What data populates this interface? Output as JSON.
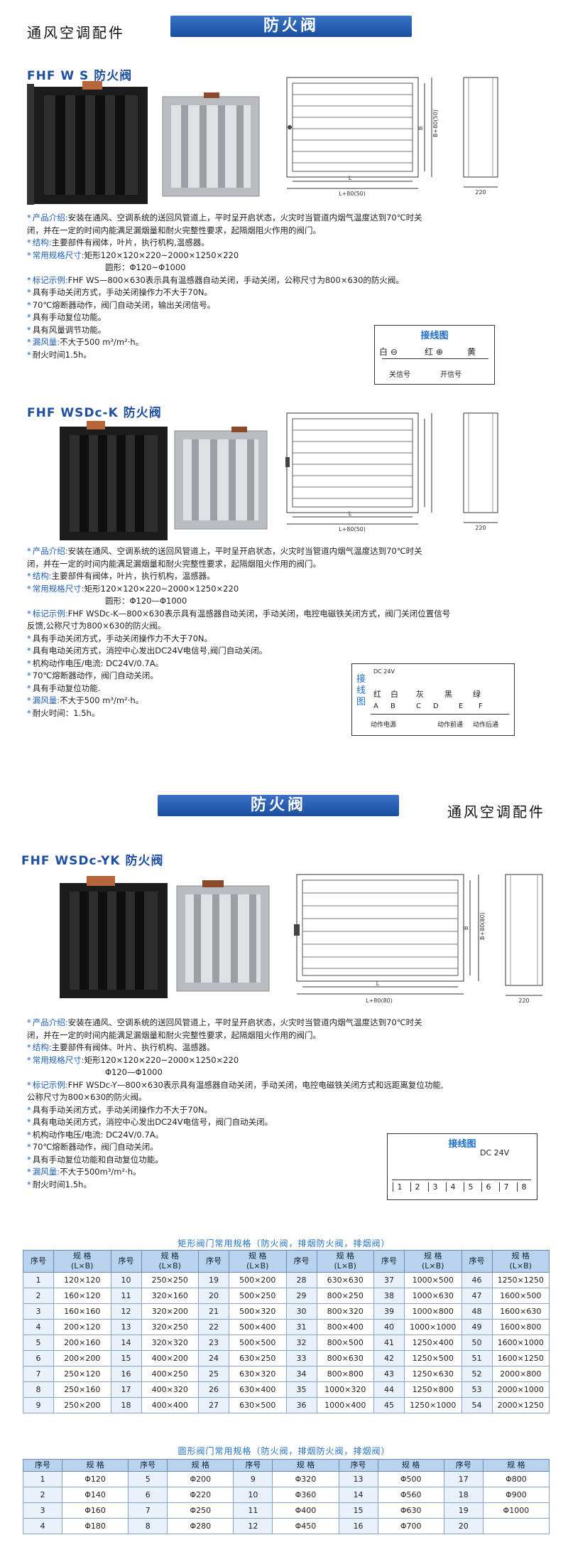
{
  "header1": {
    "left": "通风空调配件",
    "title": "防火阀"
  },
  "header2": {
    "title": "防火阀",
    "right": "通风空调配件"
  },
  "product1": {
    "title": "FHF W S 防火阀",
    "dims": {
      "l": "L",
      "l80": "L+80(50)",
      "b": "B",
      "b80": "B+80(50)",
      "d220": "220"
    },
    "lines": [
      {
        "k": "产品介绍:",
        "v": "安装在通风、空调系统的送回风管道上，平时呈开启状态，火灾时当管道内烟气温度达到70℃时关"
      },
      {
        "k": "",
        "v": "闭，并在一定的时间内能满足漏烟量和耐火完整性要求，起隔烟阻火作用的阀门。"
      },
      {
        "k": "结构:",
        "v": "主要部件有阀体，叶片，执行机构,温感器。"
      },
      {
        "k": "常用规格尺寸:",
        "v": "矩形120×120×220~2000×1250×220"
      },
      {
        "k": "",
        "v": "圆形：Φ120~Φ1000",
        "indent": true
      },
      {
        "k": "标记示例:",
        "v": "FHF WS—800×630表示具有温感器自动关闭，手动关闭，公称尺寸为800×630的防火阀。"
      },
      {
        "k": "",
        "v": "具有手动关闭方式，手动关闭操作力不大于70N。",
        "plainBullet": true
      },
      {
        "k": "",
        "v": "70℃熔断器动作，阀门自动关闭，输出关闭信号。",
        "plainBullet": true
      },
      {
        "k": "",
        "v": "具有手动复位功能。",
        "plainBullet": true
      },
      {
        "k": "",
        "v": "具有风量调节功能。",
        "plainBullet": true
      },
      {
        "k": "漏风量:",
        "v": "不大于500 m³/m²·h。"
      },
      {
        "k": "",
        "v": "耐火时间1.5h。",
        "plainBullet": true
      }
    ],
    "wiring": {
      "title": "接线图",
      "white": "白",
      "red": "红",
      "yellow": "黄",
      "close": "关信号",
      "open": "开信号"
    }
  },
  "product2": {
    "title": "FHF WSDc-K 防火阀",
    "dims": {
      "l": "L",
      "l80": "L+80(50)",
      "d220": "220"
    },
    "lines": [
      {
        "k": "产品介绍:",
        "v": "安装在通风、空调系统的送回风管道上，平时呈开启状态，火灾时当管道内烟气温度达到70℃时关"
      },
      {
        "k": "",
        "v": "闭，并在一定的时间内能满足漏烟量和耐火完整性要求，起隔烟阻火作用的阀门。"
      },
      {
        "k": "结构:",
        "v": "主要部件有阀体，叶片，执行机构，温感器。"
      },
      {
        "k": "常用规格尺寸:",
        "v": "矩形120×120×220~2000×1250×220"
      },
      {
        "k": "",
        "v": "圆形：Φ120—Φ1000",
        "indent": true
      },
      {
        "k": "标记示例:",
        "v": "FHF WSDc-K—800×630表示具有温感器自动关闭，手动关闭，电控电磁铁关闭方式，阀门关闭位置信号"
      },
      {
        "k": "",
        "v": "反馈,公称尺寸为800×630的防火阀。"
      },
      {
        "k": "",
        "v": "具有手动关闭方式，手动关闭操作力不大于70N。",
        "plainBullet": true
      },
      {
        "k": "",
        "v": "具有电动关闭方式，消控中心发出DC24V电信号,阀门自动关闭。",
        "plainBullet": true
      },
      {
        "k": "",
        "v": "机构动作电压/电流: DC24V/0.7A。",
        "plainBullet": true
      },
      {
        "k": "",
        "v": "70℃熔断器动作，阀门自动关闭。",
        "plainBullet": true
      },
      {
        "k": "",
        "v": "具有手动复位功能.",
        "plainBullet": true
      },
      {
        "k": "漏风量:",
        "v": "不大于500 m³/m²·h。"
      },
      {
        "k": "",
        "v": "耐火时间：1.5h。",
        "plainBullet": true
      }
    ],
    "wiring": {
      "vert": [
        "接",
        "线",
        "图"
      ],
      "labels": [
        "红",
        "白",
        "灰",
        "黑",
        "绿"
      ],
      "letters": [
        "A",
        "B",
        "C",
        "D",
        "E",
        "F"
      ],
      "group1": "动作电源",
      "group2": "动作前通",
      "group3": "动作后通",
      "dc": "DC 24V"
    }
  },
  "product3": {
    "title": "FHF WSDc-YK 防火阀",
    "dims": {
      "l": "L",
      "l80": "L+80(80)",
      "b": "B",
      "b80": "B+80(80)",
      "d220": "220"
    },
    "lines": [
      {
        "k": "产品介绍:",
        "v": "安装在通风、空调系统的送回风管道上，平时呈开启状态，火灾时当管道内烟气温度达到70℃时关"
      },
      {
        "k": "",
        "v": "闭，并在一定的时间内能满足漏烟量和耐火完整性要求，起隔烟阻火作用的阀门。"
      },
      {
        "k": "结构:",
        "v": "主要部件有阀体、叶片、执行机构、温感器。"
      },
      {
        "k": "常用规格尺寸:",
        "v": "矩形120×120×220~2000×1250×220"
      },
      {
        "k": "",
        "v": "Φ120—Φ1000",
        "indent": true
      },
      {
        "k": "标记示例:",
        "v": "FHF WSDc-Y—800×630表示具有温感器自动关闭，手动关闭，电控电磁铁关闭方式和远距离复位功能,"
      },
      {
        "k": "",
        "v": "公称尺寸为800×630的防火阀。"
      },
      {
        "k": "",
        "v": "具有手动关闭方式，手动关闭操作力不大于70N。",
        "plainBullet": true
      },
      {
        "k": "",
        "v": "具有电动关闭方式，消控中心发出DC24V电信号，阀门自动关闭。",
        "plainBullet": true
      },
      {
        "k": "",
        "v": "机构动作电压/电流: DC24V/0.7A。",
        "plainBullet": true
      },
      {
        "k": "",
        "v": "70℃熔断器动作，阀门自动关闭。",
        "plainBullet": true
      },
      {
        "k": "",
        "v": "具有手动复位功能和自动复位功能。",
        "plainBullet": true
      },
      {
        "k": "漏风量:",
        "v": "不大于500m³/m²·h。"
      },
      {
        "k": "",
        "v": "耐火时间1.5h。",
        "plainBullet": true
      }
    ],
    "wiring": {
      "title": "接线图",
      "dc": "DC 24V",
      "nums": [
        "1",
        "2",
        "3",
        "4",
        "5",
        "6",
        "7",
        "8"
      ]
    }
  },
  "rectTable": {
    "caption": "矩形阀门常用规格（防火阀，排烟防火阀，排烟阀）",
    "hdrIdx": "序号",
    "hdrSpec": "规 格",
    "hdrSpec2": "(L×B)",
    "rows": [
      [
        [
          "1",
          "120×120"
        ],
        [
          "10",
          "250×250"
        ],
        [
          "19",
          "500×200"
        ],
        [
          "28",
          "630×630"
        ],
        [
          "37",
          "1000×500"
        ],
        [
          "46",
          "1250×1250"
        ]
      ],
      [
        [
          "2",
          "160×120"
        ],
        [
          "11",
          "320×160"
        ],
        [
          "20",
          "500×250"
        ],
        [
          "29",
          "800×250"
        ],
        [
          "38",
          "1000×630"
        ],
        [
          "47",
          "1600×500"
        ]
      ],
      [
        [
          "3",
          "160×160"
        ],
        [
          "12",
          "320×200"
        ],
        [
          "21",
          "500×320"
        ],
        [
          "30",
          "800×320"
        ],
        [
          "39",
          "1000×800"
        ],
        [
          "48",
          "1600×630"
        ]
      ],
      [
        [
          "4",
          "200×120"
        ],
        [
          "13",
          "320×250"
        ],
        [
          "22",
          "500×400"
        ],
        [
          "31",
          "800×400"
        ],
        [
          "40",
          "1000×1000"
        ],
        [
          "49",
          "1600×800"
        ]
      ],
      [
        [
          "5",
          "200×160"
        ],
        [
          "14",
          "320×320"
        ],
        [
          "23",
          "500×500"
        ],
        [
          "32",
          "800×500"
        ],
        [
          "41",
          "1250×400"
        ],
        [
          "50",
          "1600×1000"
        ]
      ],
      [
        [
          "6",
          "200×200"
        ],
        [
          "15",
          "400×200"
        ],
        [
          "24",
          "630×250"
        ],
        [
          "33",
          "800×630"
        ],
        [
          "42",
          "1250×500"
        ],
        [
          "51",
          "1600×1250"
        ]
      ],
      [
        [
          "7",
          "250×120"
        ],
        [
          "16",
          "400×250"
        ],
        [
          "25",
          "630×320"
        ],
        [
          "34",
          "800×800"
        ],
        [
          "43",
          "1250×630"
        ],
        [
          "52",
          "2000×800"
        ]
      ],
      [
        [
          "8",
          "250×160"
        ],
        [
          "17",
          "400×320"
        ],
        [
          "26",
          "630×400"
        ],
        [
          "35",
          "1000×320"
        ],
        [
          "44",
          "1250×800"
        ],
        [
          "53",
          "2000×1000"
        ]
      ],
      [
        [
          "9",
          "250×200"
        ],
        [
          "18",
          "400×400"
        ],
        [
          "27",
          "630×500"
        ],
        [
          "36",
          "1000×400"
        ],
        [
          "45",
          "1250×1000"
        ],
        [
          "54",
          "2000×1250"
        ]
      ]
    ]
  },
  "roundTable": {
    "caption": "圆形阀门常用规格（防火阀，排烟防火阀，排烟阀）",
    "hdrIdx": "序号",
    "hdrSpec": "规 格",
    "rows": [
      [
        [
          "1",
          "Φ120"
        ],
        [
          "5",
          "Φ200"
        ],
        [
          "9",
          "Φ320"
        ],
        [
          "13",
          "Φ500"
        ],
        [
          "17",
          "Φ800"
        ]
      ],
      [
        [
          "2",
          "Φ140"
        ],
        [
          "6",
          "Φ220"
        ],
        [
          "10",
          "Φ360"
        ],
        [
          "14",
          "Φ560"
        ],
        [
          "18",
          "Φ900"
        ]
      ],
      [
        [
          "3",
          "Φ160"
        ],
        [
          "7",
          "Φ250"
        ],
        [
          "11",
          "Φ400"
        ],
        [
          "15",
          "Φ630"
        ],
        [
          "19",
          "Φ1000"
        ]
      ],
      [
        [
          "4",
          "Φ180"
        ],
        [
          "8",
          "Φ280"
        ],
        [
          "12",
          "Φ450"
        ],
        [
          "16",
          "Φ700"
        ],
        [
          "20",
          ""
        ]
      ]
    ]
  }
}
